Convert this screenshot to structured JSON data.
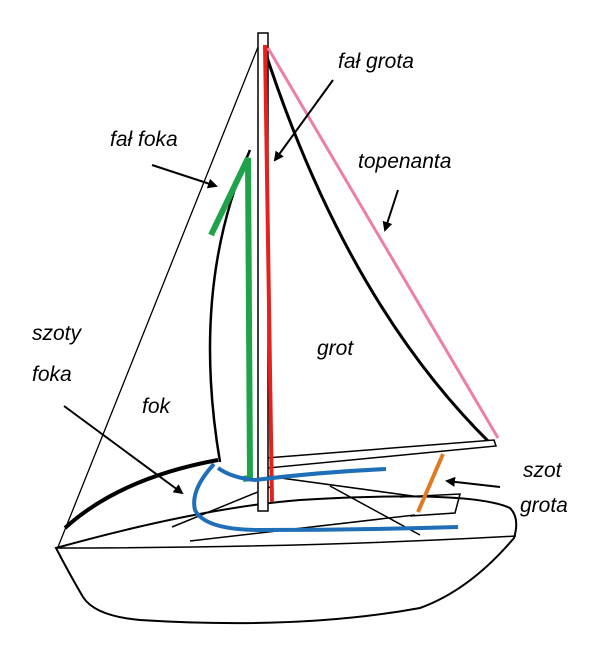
{
  "labels": {
    "fal_grota": "fał grota",
    "fal_foka": "fał foka",
    "topenanta": "topenanta",
    "grot": "grot",
    "fok": "fok",
    "szoty_foka_line1": "szoty",
    "szoty_foka_line2": "foka",
    "szot_grota_line1": "szot",
    "szot_grota_line2": "grota"
  },
  "colors": {
    "outline": "#000000",
    "fal_grota": "#e8201c",
    "fal_foka": "#1fa34a",
    "topenanta": "#ef7ea6",
    "sheets": "#1f6fb8",
    "szot_grota": "#e07a22"
  }
}
